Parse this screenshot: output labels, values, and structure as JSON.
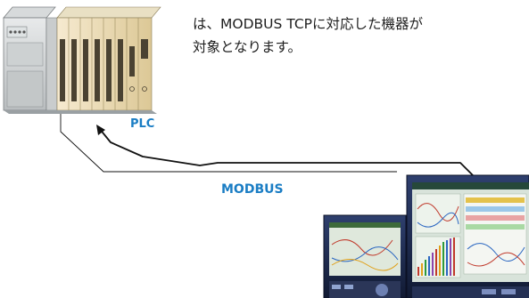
{
  "description": {
    "line1": "は、MODBUS TCPに対応した機器が",
    "line2": "対象となります。"
  },
  "labels": {
    "plc": "PLC",
    "modbus": "MODBUS"
  },
  "colors": {
    "label_blue": "#1a7dc4",
    "plc_cream": "#efe0b2",
    "plc_gray": "#c7cacb",
    "connector_line": "#1a1a1a",
    "recorder_dark": "#1e2d55"
  }
}
